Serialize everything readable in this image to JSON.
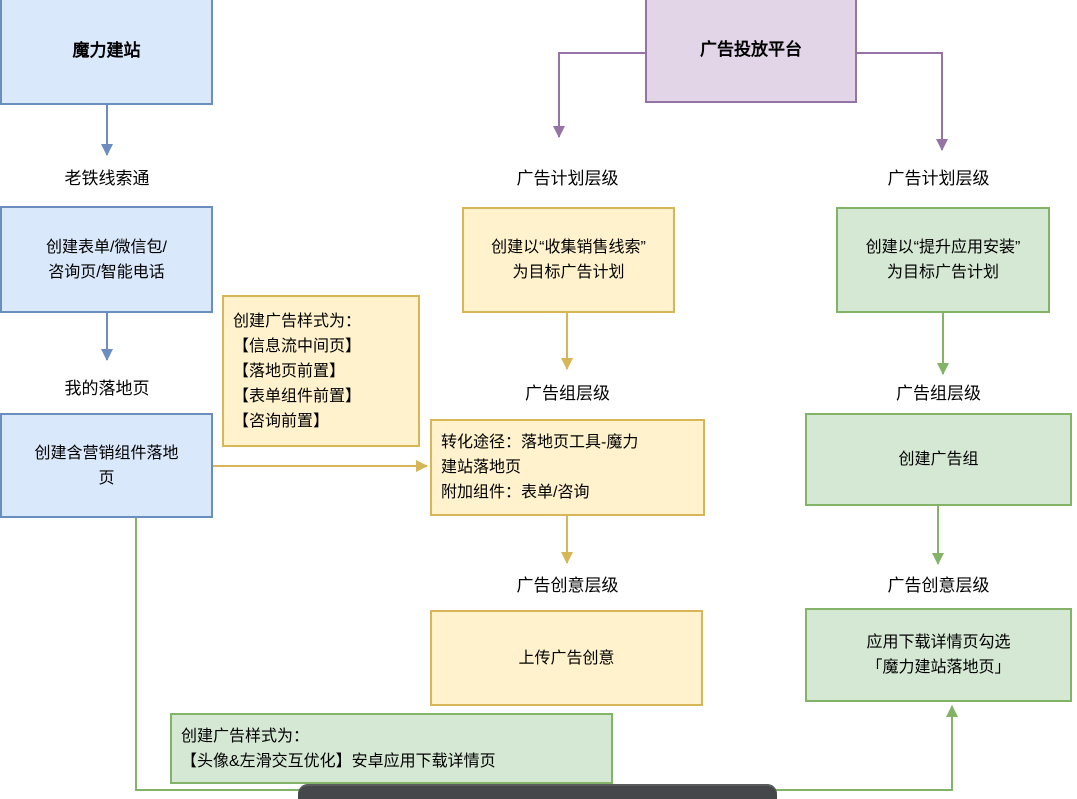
{
  "diagram_title_nodes": {
    "magic_site": "魔力建站",
    "ad_platform": "广告投放平台"
  },
  "left_column": {
    "step1_label": "老铁线索通",
    "create_components_box": "创建表单/微信包/\n咨询页/智能电话",
    "step2_label": "我的落地页",
    "create_landing_box": "创建含营销组件落地\n页"
  },
  "middle_column": {
    "level1_label": "广告计划层级",
    "plan_box": "创建以“收集销售线索”\n为目标广告计划",
    "level2_label": "广告组层级",
    "group_box": "转化途径：落地页工具-魔力\n建站落地页\n附加组件：表单/咨询",
    "level3_label": "广告创意层级",
    "creative_box": "上传广告创意"
  },
  "right_column": {
    "level1_label": "广告计划层级",
    "plan_box": "创建以“提升应用安装”\n为目标广告计划",
    "level2_label": "广告组层级",
    "group_box": "创建广告组",
    "level3_label": "广告创意层级",
    "creative_box": "应用下载详情页勾选\n「魔力建站落地页」"
  },
  "notes": {
    "ad_style_note_yellow": "创建广告样式为：\n【信息流中间页】\n【落地页前置】\n【表单组件前置】\n【咨询前置】",
    "ad_style_note_green": "创建广告样式为：\n【头像&左滑交互优化】安卓应用下载详情页"
  },
  "colors": {
    "blue_fill": "#dae8fc",
    "blue_stroke": "#6c8ebf",
    "purple_fill": "#e1d5e7",
    "purple_stroke": "#9673a6",
    "yellow_fill": "#fff2cc",
    "yellow_stroke": "#d6b656",
    "green_fill": "#d5e8d4",
    "green_stroke": "#82b366",
    "bottom_bar": "#45474a"
  }
}
